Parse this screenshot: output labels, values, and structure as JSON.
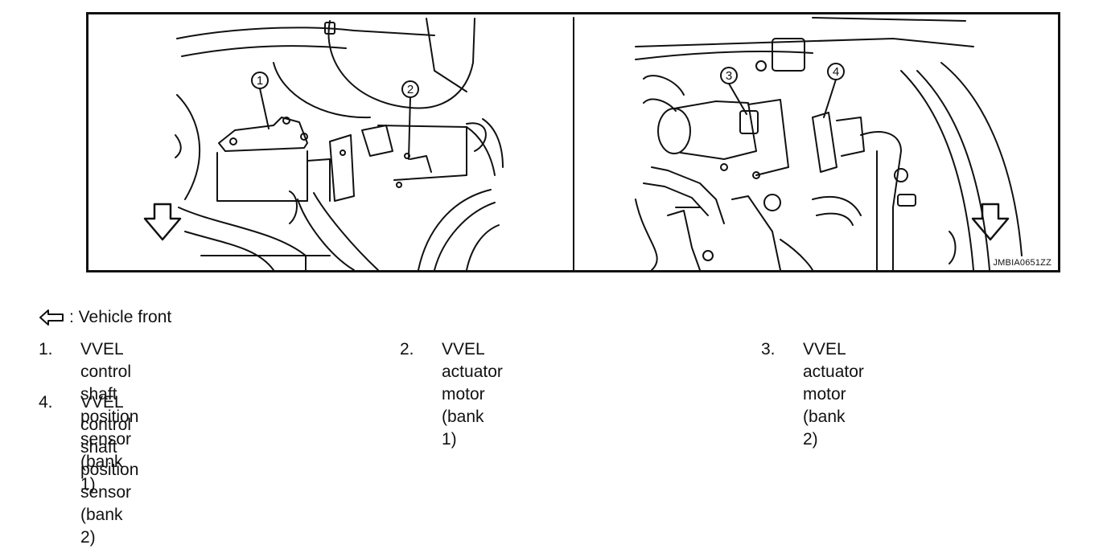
{
  "figure": {
    "code": "JMBIA0651ZZ",
    "callouts": [
      "1",
      "2",
      "3",
      "4"
    ]
  },
  "legend": {
    "front_label": ": Vehicle front",
    "front_icon": "arrow-outline-left-icon"
  },
  "items": [
    {
      "number": "1.",
      "text": "VVEL control shaft position sensor",
      "text2": "(bank 1)"
    },
    {
      "number": "2.",
      "text": "VVEL actuator motor (bank 1)"
    },
    {
      "number": "3.",
      "text": "VVEL actuator motor (bank 2)"
    },
    {
      "number": "4.",
      "text": "VVEL control shaft position sensor",
      "text2": "(bank 2)"
    }
  ]
}
